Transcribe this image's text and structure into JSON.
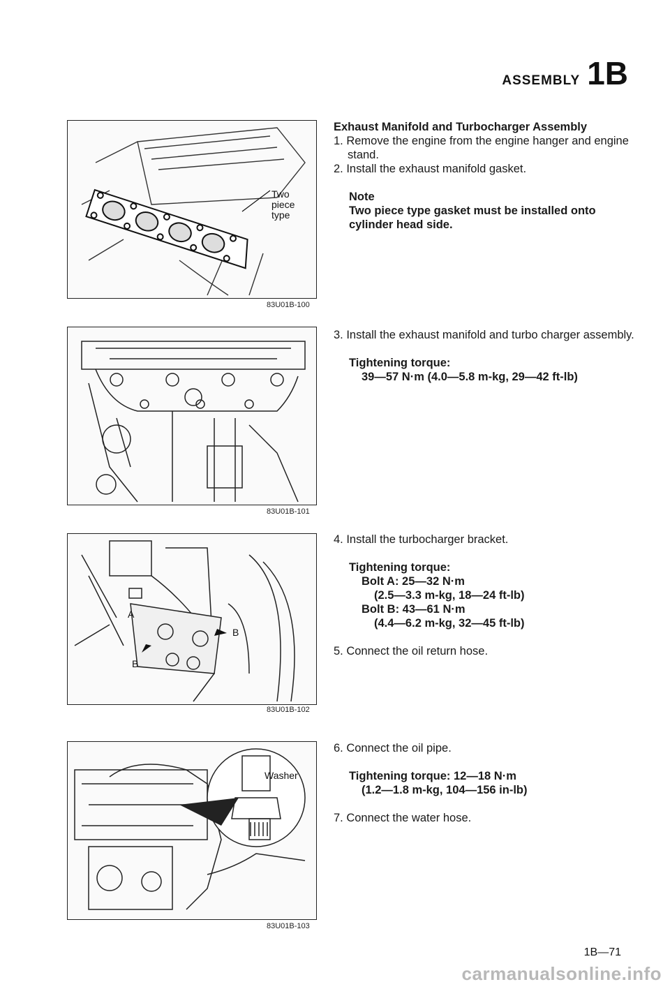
{
  "header": {
    "section": "ASSEMBLY",
    "code": "1B"
  },
  "figures": [
    {
      "callouts": [
        "Two",
        "piece",
        "type"
      ],
      "caption": "83U01B-100"
    },
    {
      "caption": "83U01B-101"
    },
    {
      "callouts": [
        "A",
        "B",
        "B"
      ],
      "caption": "83U01B-102"
    },
    {
      "callouts": [
        "Washer"
      ],
      "caption": "83U01B-103"
    }
  ],
  "block1": {
    "heading": "Exhaust Manifold and Turbocharger Assembly",
    "step1": "1. Remove the engine from the engine hanger and engine stand.",
    "step2": "2. Install the exhaust manifold gasket.",
    "note_label": "Note",
    "note_text": "Two piece type gasket must be installed onto cylinder head side."
  },
  "block2": {
    "step3": "3. Install the exhaust manifold and turbo charger assembly.",
    "torque_label": "Tightening torque:",
    "torque_value": "39—57 N·m (4.0—5.8 m-kg, 29—42 ft-lb)"
  },
  "block3": {
    "step4": "4. Install the turbocharger bracket.",
    "torque_label": "Tightening torque:",
    "bolt_a": "Bolt A: 25—32 N·m",
    "bolt_a_alt": "(2.5—3.3 m-kg, 18—24 ft-lb)",
    "bolt_b": "Bolt B: 43—61 N·m",
    "bolt_b_alt": "(4.4—6.2 m-kg, 32—45 ft-lb)",
    "step5": "5. Connect the oil return hose."
  },
  "block4": {
    "step6": "6. Connect the oil pipe.",
    "torque_line1": "Tightening torque: 12—18 N·m",
    "torque_line2": "(1.2—1.8 m-kg, 104—156 in-lb)",
    "step7": "7. Connect the water hose."
  },
  "page_number": "1B—71",
  "watermark": "carmanualsonline.info"
}
